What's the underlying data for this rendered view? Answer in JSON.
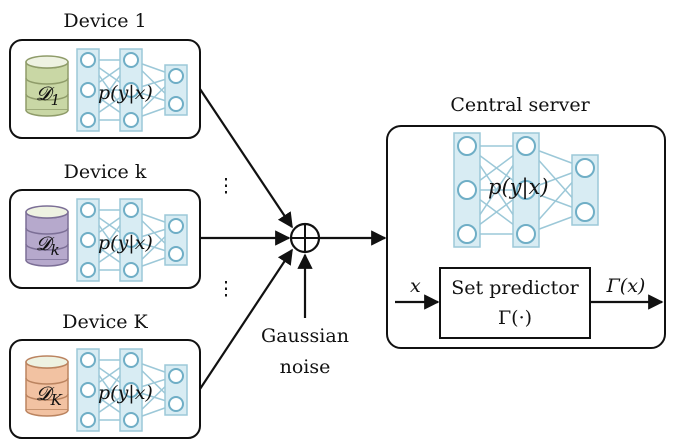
{
  "devices": [
    {
      "title": "Device 1",
      "data_label": "𝓓",
      "data_sub": "1",
      "model_label": "p(y|x)",
      "db_color": "#c9d7a5",
      "db_stroke": "#8f9c6a"
    },
    {
      "title": "Device k",
      "data_label": "𝓓",
      "data_sub": "k",
      "model_label": "p(y|x)",
      "db_color": "#b6a9cc",
      "db_stroke": "#7c6f96"
    },
    {
      "title": "Device K",
      "data_label": "𝓓",
      "data_sub": "K",
      "model_label": "p(y|x)",
      "db_color": "#f2c2a2",
      "db_stroke": "#bb8460"
    }
  ],
  "dots_glyph": "⋮",
  "aggregator_symbol": "⊕",
  "noise": {
    "line1": "Gaussian",
    "line2": "noise"
  },
  "server": {
    "title": "Central server",
    "model_label": "p(y|x)",
    "input_label": "x",
    "predictor_line1": "Set predictor",
    "predictor_line2": "Γ(·)",
    "output_label": "Γ(x)"
  },
  "colors": {
    "nn_line": "#9cc8d8",
    "nn_fill": "#d8ecf3",
    "nn_node": "#6faec6"
  }
}
